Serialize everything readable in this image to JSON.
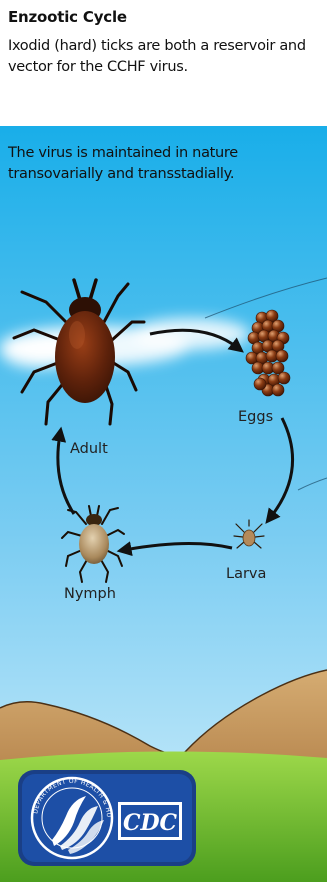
{
  "header": {
    "title": "Enzootic Cycle",
    "subtitle": "Ixodid (hard) ticks are both a reservoir and vector for the CCHF virus."
  },
  "scene": {
    "description_text": "The virus is maintained in nature transovarially and transstadially.",
    "stages": [
      {
        "key": "adult",
        "label": "Adult"
      },
      {
        "key": "eggs",
        "label": "Eggs"
      },
      {
        "key": "larva",
        "label": "Larva"
      },
      {
        "key": "nymph",
        "label": "Nymph"
      }
    ]
  },
  "logo": {
    "name": "CDC",
    "seal_text": "DEPARTMENT OF HEALTH & HUMAN SERVICES USA"
  },
  "colors": {
    "sky_top": "#1aaee8",
    "sky_bottom": "#c9ecfb",
    "ground_green": "#6fbf2a",
    "hill_tan": "#c69a60",
    "logo_blue": "#17479e",
    "tick_body": "#6b2a10"
  }
}
